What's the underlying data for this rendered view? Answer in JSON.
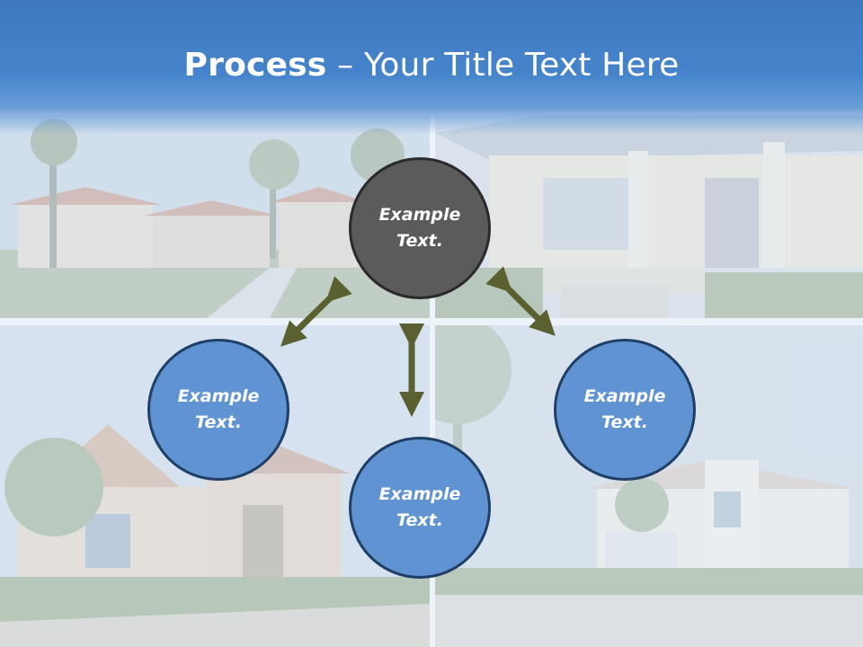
{
  "slide": {
    "title_bold": "Process",
    "title_rest": " – Your Title Text Here"
  },
  "nodes": {
    "top": "Example Text.",
    "left": "Example Text.",
    "bottom": "Example Text.",
    "right": "Example Text."
  },
  "colors": {
    "header": "#4584cc",
    "node_center": "#5b5b5b",
    "node_blue": "#5f93d2",
    "node_border": "#1f3f66",
    "arrow": "#5a6030"
  }
}
